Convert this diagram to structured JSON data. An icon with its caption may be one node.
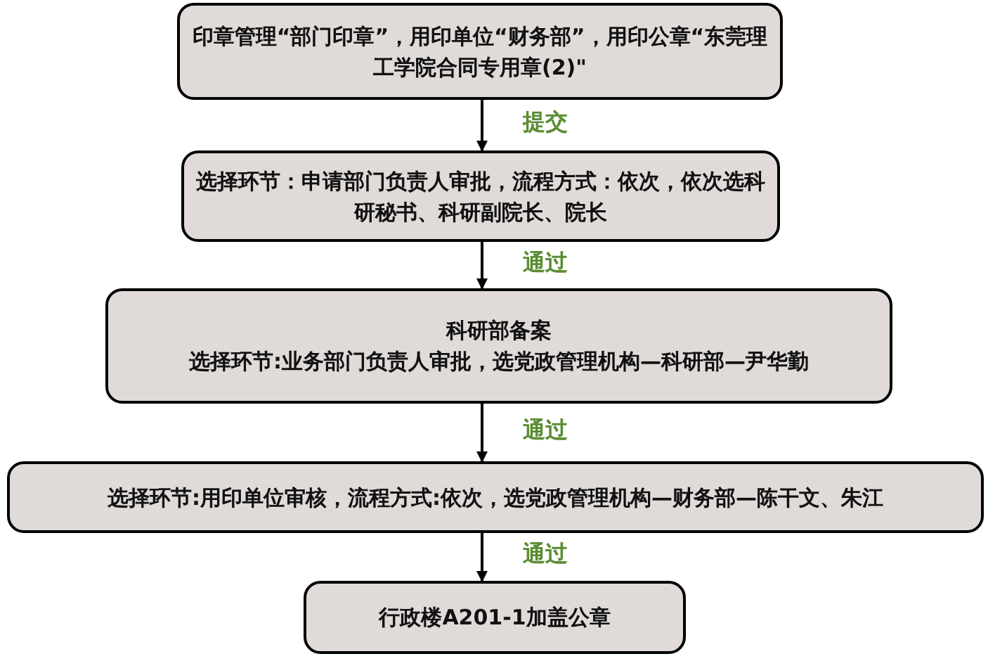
{
  "diagram": {
    "nodes": [
      {
        "text": [
          "印章管理“部门印章”，用印单位“财务部”，用印公章“东莞理工学院合同专用章(2)\""
        ]
      },
      {
        "text": [
          "选择环节：申请部门负责人审批，流程方式：依次，依次选科研秘书、科研副院长、院长"
        ]
      },
      {
        "text": [
          "科研部备案",
          "选择环节:业务部门负责人审批，选党政管理机构—科研部—尹华勤"
        ]
      },
      {
        "text": [
          "选择环节:用印单位审核，流程方式:依次，选党政管理机构—财务部—陈干文、朱江"
        ]
      },
      {
        "text": [
          "行政楼A201-1加盖公章"
        ]
      }
    ],
    "edges": [
      {
        "from": 0,
        "to": 1,
        "arrow": "to",
        "label": "提交"
      },
      {
        "from": 1,
        "to": 2,
        "arrow": "to",
        "label": "通过"
      },
      {
        "from": 2,
        "to": 3,
        "arrow": "to",
        "label": "通过"
      },
      {
        "from": 3,
        "to": 4,
        "arrow": "to",
        "label": "通过"
      }
    ]
  }
}
